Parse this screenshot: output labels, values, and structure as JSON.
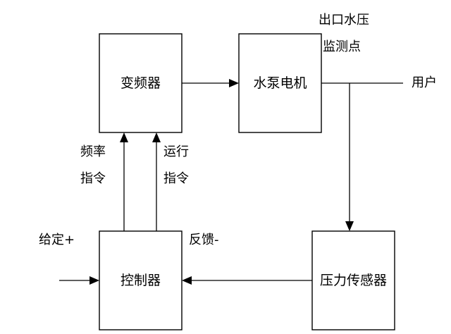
{
  "nodes": {
    "inverter": "变频器",
    "pump_motor": "水泵电机",
    "controller": "控制器",
    "pressure_sensor": "压力传感器"
  },
  "labels": {
    "outlet_line1": "出口水压",
    "outlet_line2": "监测点",
    "user": "用户",
    "freq_line1": "频率",
    "freq_line2": "指令",
    "run_line1": "运行",
    "run_line2": "指令",
    "setpoint": "给定+",
    "feedback": "反馈-"
  },
  "edges": [
    {
      "from": "inverter",
      "to": "pump_motor"
    },
    {
      "from": "pump_motor",
      "to": "user"
    },
    {
      "from": "pump_motor",
      "to": "pressure_sensor"
    },
    {
      "from": "pressure_sensor",
      "to": "controller",
      "label": "反馈-"
    },
    {
      "from": "controller",
      "to": "inverter",
      "label": "频率指令"
    },
    {
      "from": "controller",
      "to": "inverter",
      "label": "运行指令"
    },
    {
      "from": "setpoint",
      "to": "controller",
      "label": "给定+"
    }
  ]
}
